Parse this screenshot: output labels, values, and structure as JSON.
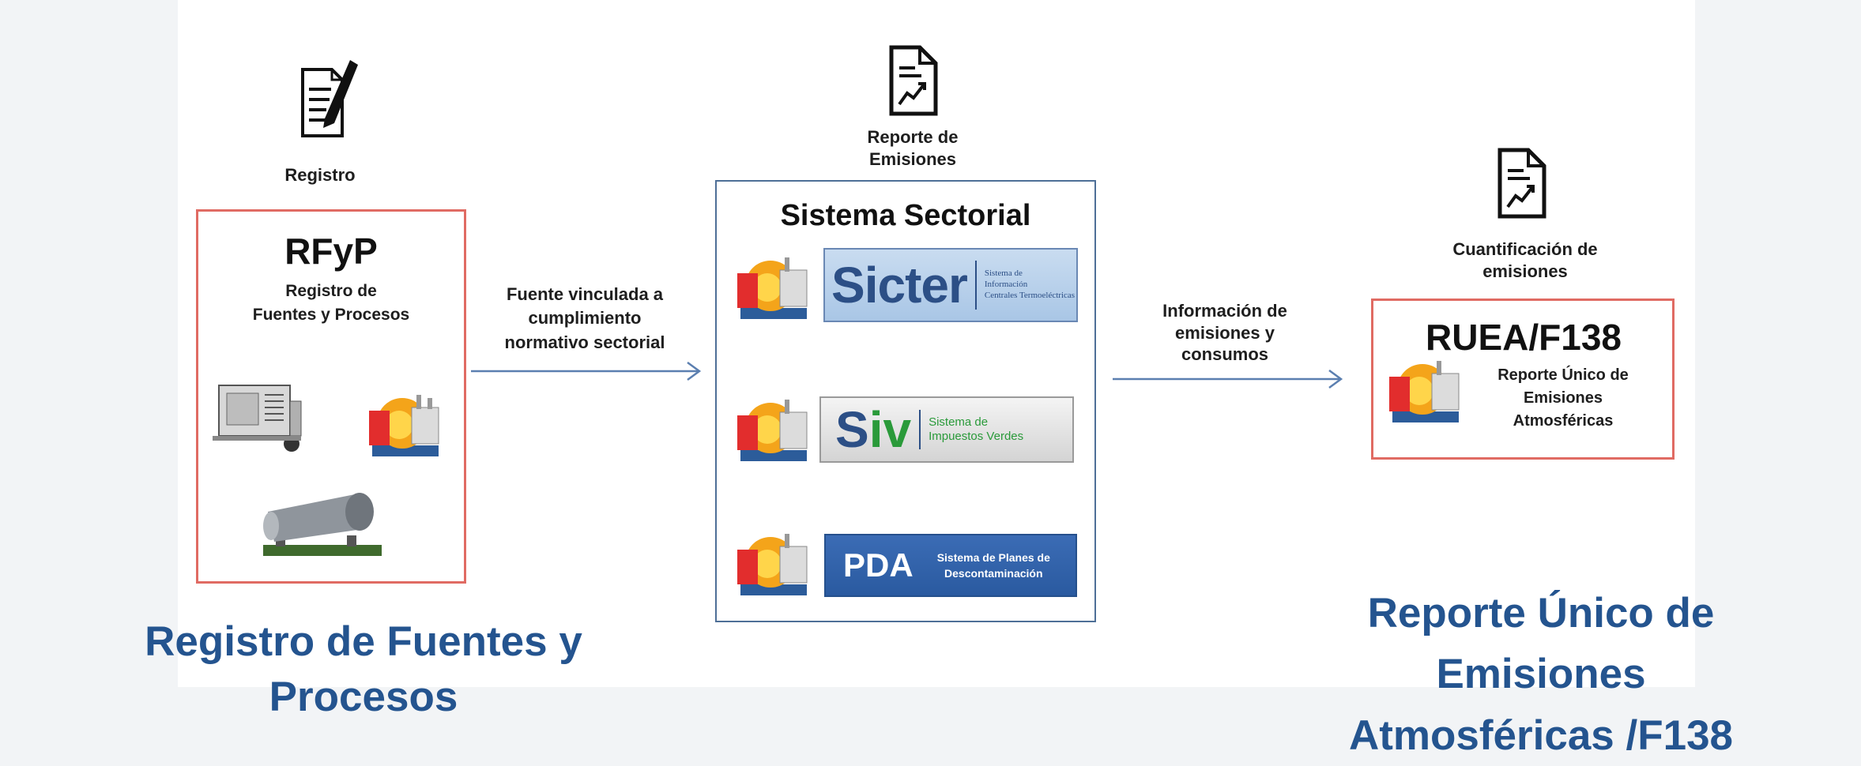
{
  "labels": {
    "registro": "Registro",
    "reporte": "Reporte de\nEmisiones",
    "cuantificacion": "Cuantificación de\nemisiones",
    "fuente": "Fuente vinculada a\ncumplimiento\nnormativo sectorial",
    "informacion": "Información de\nemisiones y\nconsumos"
  },
  "rfyp": {
    "title": "RFyP",
    "subtitle": "Registro de\nFuentes y Procesos"
  },
  "sectorial": {
    "title": "Sistema Sectorial",
    "sicter": {
      "name": "Sicter",
      "desc": "Sistema de\nInformación\nCentrales Termoeléctricas"
    },
    "siv": {
      "name_s": "S",
      "name_iv": "iv",
      "desc": "Sistema de\nImpuestos Verdes"
    },
    "pda": {
      "name": "PDA",
      "desc": "Sistema de Planes de\nDescontaminación"
    }
  },
  "ruea": {
    "title": "RUEA/F138",
    "subtitle": "Reporte Único de\nEmisiones\nAtmosféricas"
  },
  "captions": {
    "left": "Registro de Fuentes y\nProcesos",
    "right": "Reporte Único de\nEmisiones\nAtmosféricas /F138"
  },
  "icons": [
    "registro-icon",
    "reporte-emisiones-icon",
    "cuantificacion-icon",
    "generator-icon",
    "boiler-icon",
    "rotary-kiln-icon"
  ],
  "colors": {
    "caption_blue": "#24548f",
    "red_border": "#e06b63",
    "blue_border": "#4e6f97",
    "pda_blue": "#2f5fa3",
    "siv_green": "#2a9a3a"
  }
}
